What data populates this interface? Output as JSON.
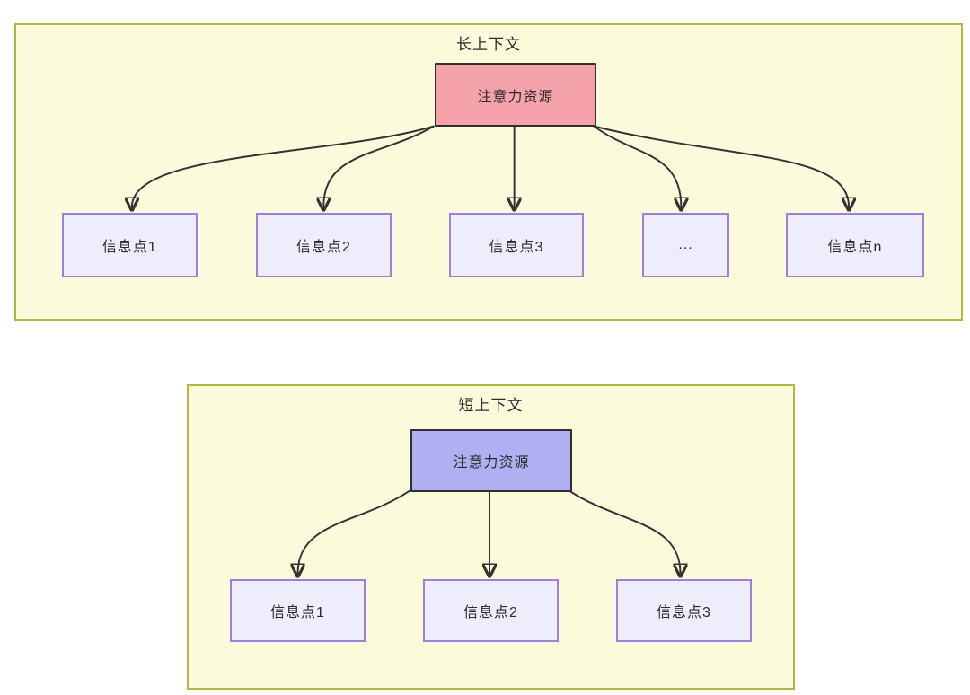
{
  "diagram": {
    "panels": [
      {
        "title": "长上下文",
        "source_label": "注意力资源",
        "targets": [
          "信息点1",
          "信息点2",
          "信息点3",
          "...",
          "信息点n"
        ]
      },
      {
        "title": "短上下文",
        "source_label": "注意力资源",
        "targets": [
          "信息点1",
          "信息点2",
          "信息点3"
        ]
      }
    ],
    "colors": {
      "page_bg": "#FFFFFF",
      "panel_bg": "#FBFBDC",
      "panel_border": "#B5B542",
      "long_source_fill": "#F5A3AB",
      "short_source_fill": "#AEB0F2",
      "source_border": "#2F2F2F",
      "info_fill": "#EDEDFB",
      "info_border": "#9F7FDC",
      "arrow": "#333333",
      "text": "#2B2B2B"
    }
  }
}
